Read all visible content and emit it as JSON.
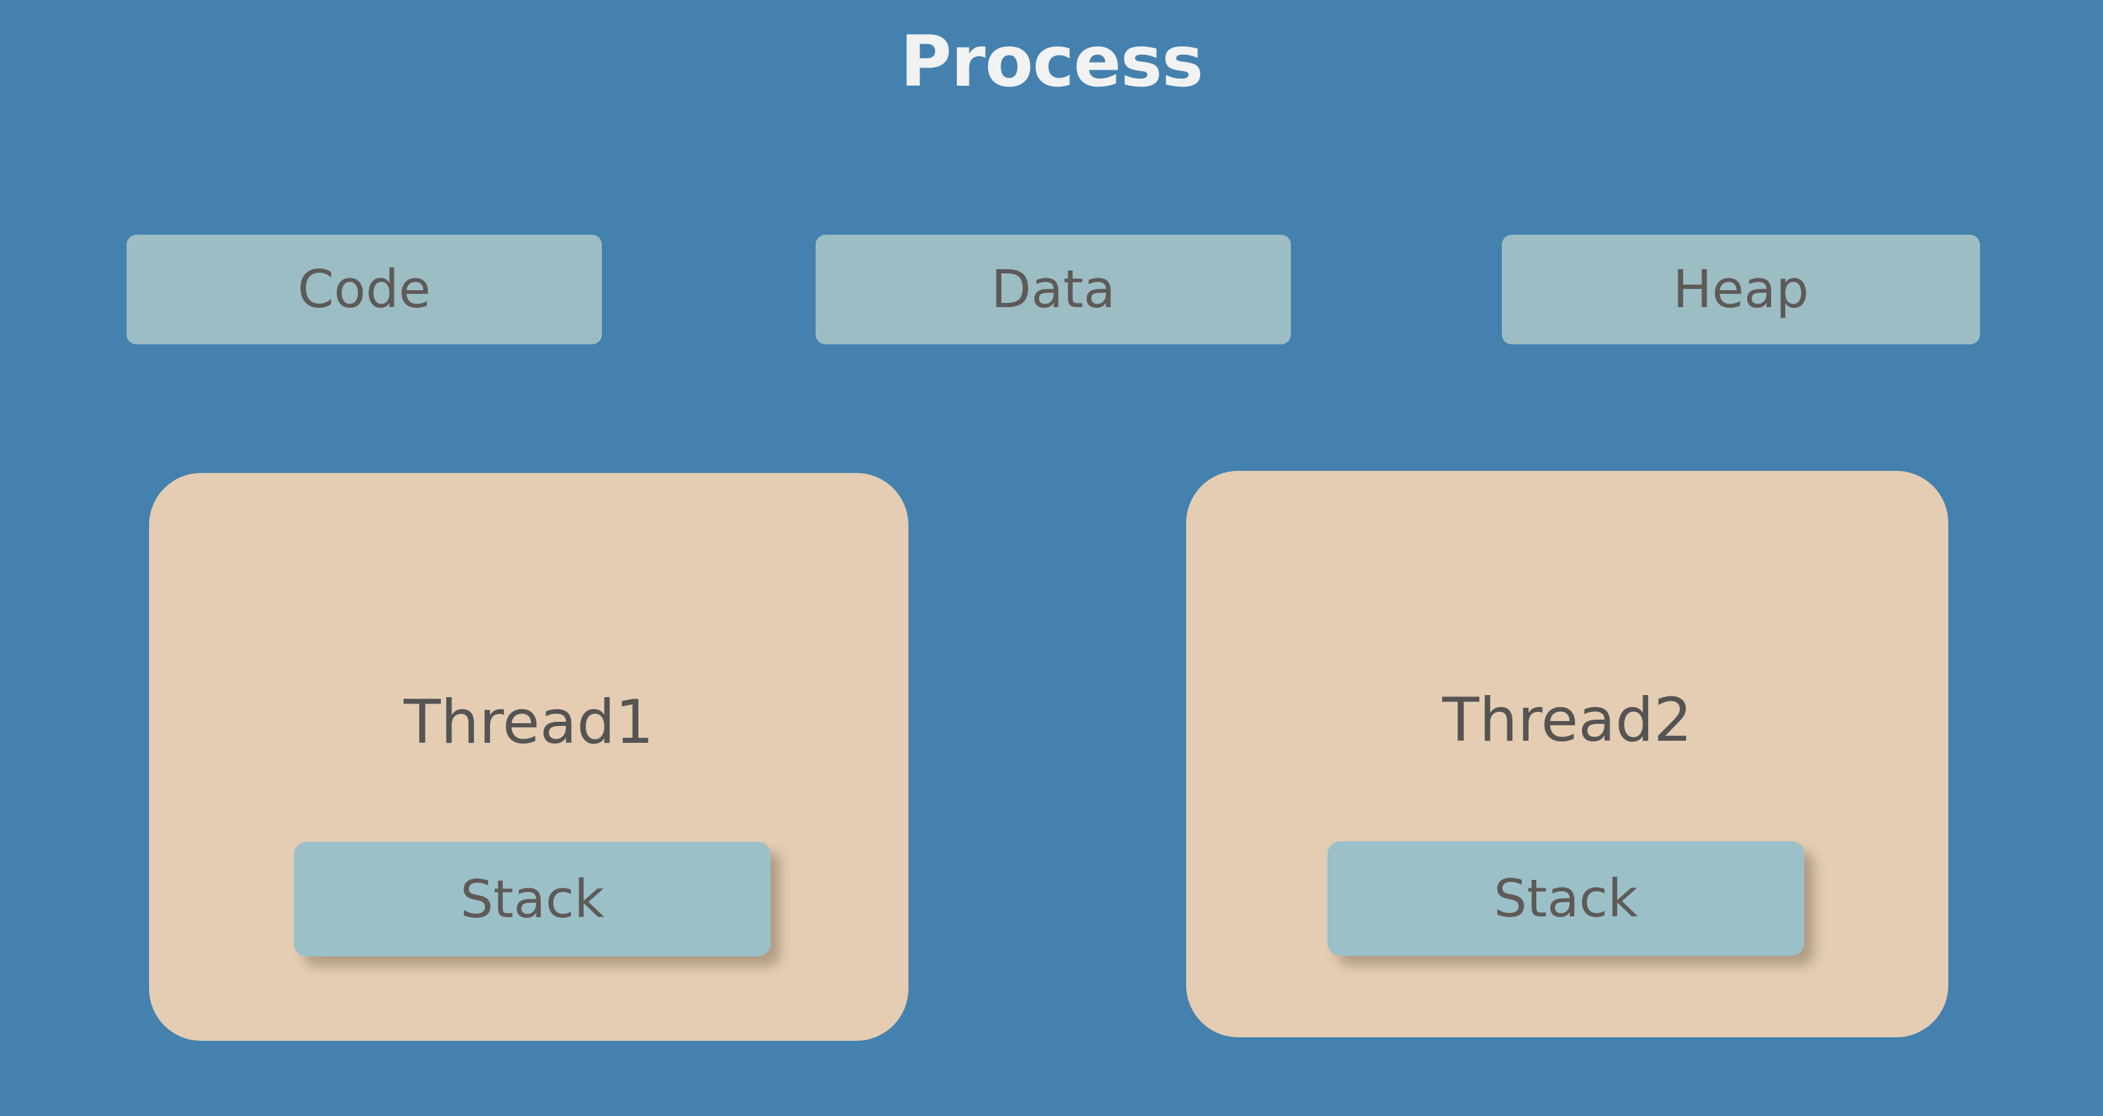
{
  "diagram": {
    "title": "Process",
    "background_color": "#4481AE",
    "title_color": "#F1F2F2",
    "segment_color": "#9CBDC3",
    "thread_color": "#E4CDB3",
    "stack_color": "#9CC0C8",
    "label_color": "#5D5A57"
  },
  "segments": [
    {
      "label": "Code"
    },
    {
      "label": "Data"
    },
    {
      "label": "Heap"
    }
  ],
  "threads": [
    {
      "label": "Thread1",
      "stack_label": "Stack"
    },
    {
      "label": "Thread2",
      "stack_label": "Stack"
    }
  ]
}
